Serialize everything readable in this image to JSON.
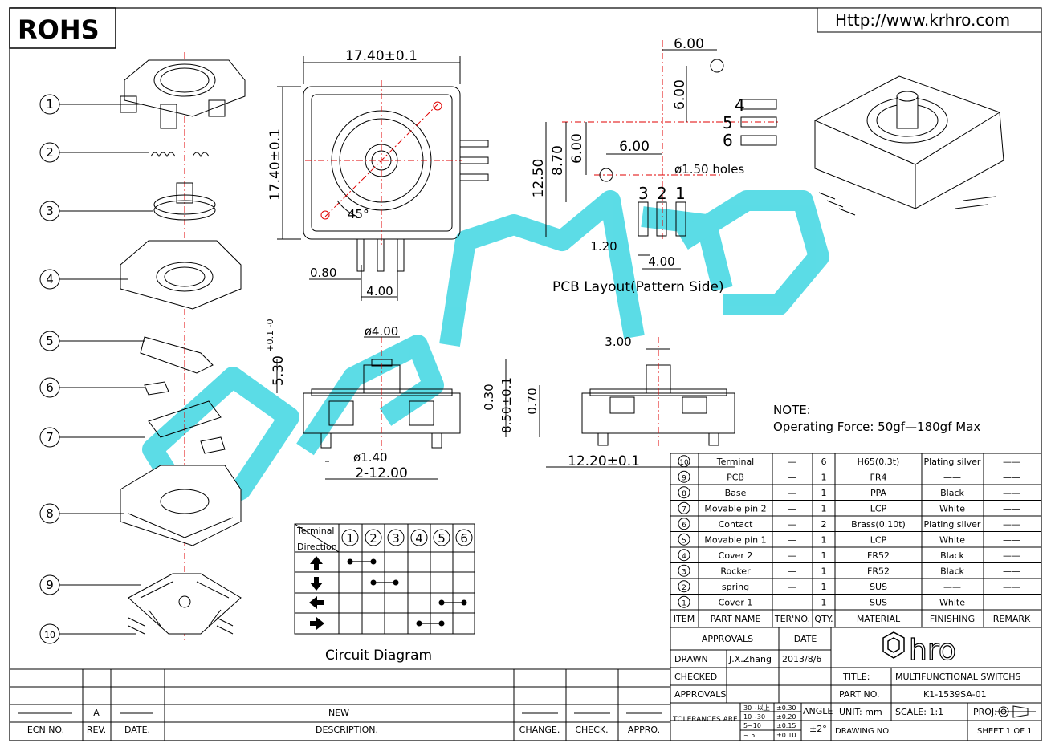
{
  "header": {
    "rohs": "ROHS",
    "url": "Http://www.krhro.com"
  },
  "exploded_labels": [
    "1",
    "2",
    "3",
    "4",
    "5",
    "6",
    "7",
    "8",
    "9",
    "10"
  ],
  "top_view": {
    "width_dim": "17.40±0.1",
    "height_dim": "17.40±0.1",
    "angle": "45°",
    "pin_width": "0.80",
    "pin_pitch": "4.00"
  },
  "pcb_layout": {
    "dim_top": "6.00",
    "dim_vert": "6.00",
    "dim_h1": "6.00",
    "dim_v1": "6.00",
    "dim_870": "8.70",
    "dim_1250": "12.50",
    "hole_note": "ø1.50  holes",
    "dim_120": "1.20",
    "dim_400": "4.00",
    "pins_top": [
      "4",
      "5",
      "6"
    ],
    "pins_bottom": [
      "3",
      "2",
      "1"
    ],
    "caption": "PCB Layout(Pattern Side)"
  },
  "side_view": {
    "dia_top": "ø4.00",
    "height": "5.30",
    "tol": "+0.1 -0",
    "dim_030": "0.30",
    "dim_850": "8.50±0.1",
    "dia_pin": "ø1.40",
    "pitch": "2-12.00"
  },
  "side_view2": {
    "dim_300": "3.00",
    "dim_070": "0.70",
    "width": "12.20±0.1"
  },
  "note": {
    "title": "NOTE:",
    "text": "Operating Force: 50gf—180gf Max"
  },
  "bom": {
    "rows": [
      {
        "no": "10",
        "name": "Terminal",
        "ter": "—",
        "qty": "6",
        "material": "H65(0.3t)",
        "finish": "Plating silver",
        "remark": "——"
      },
      {
        "no": "9",
        "name": "PCB",
        "ter": "—",
        "qty": "1",
        "material": "FR4",
        "finish": "——",
        "remark": "——"
      },
      {
        "no": "8",
        "name": "Base",
        "ter": "—",
        "qty": "1",
        "material": "PPA",
        "finish": "Black",
        "remark": "——"
      },
      {
        "no": "7",
        "name": "Movable pin 2",
        "ter": "—",
        "qty": "1",
        "material": "LCP",
        "finish": "White",
        "remark": "——"
      },
      {
        "no": "6",
        "name": "Contact",
        "ter": "—",
        "qty": "2",
        "material": "Brass(0.10t)",
        "finish": "Plating silver",
        "remark": "——"
      },
      {
        "no": "5",
        "name": "Movable pin 1",
        "ter": "—",
        "qty": "1",
        "material": "LCP",
        "finish": "White",
        "remark": "——"
      },
      {
        "no": "4",
        "name": "Cover 2",
        "ter": "—",
        "qty": "1",
        "material": "FR52",
        "finish": "Black",
        "remark": "——"
      },
      {
        "no": "3",
        "name": "Rocker",
        "ter": "—",
        "qty": "1",
        "material": "FR52",
        "finish": "Black",
        "remark": "——"
      },
      {
        "no": "2",
        "name": "spring",
        "ter": "—",
        "qty": "1",
        "material": "SUS",
        "finish": "——",
        "remark": "——"
      },
      {
        "no": "1",
        "name": "Cover 1",
        "ter": "—",
        "qty": "1",
        "material": "SUS",
        "finish": "White",
        "remark": "——"
      }
    ],
    "header": {
      "item": "ITEM",
      "name": "PART NAME",
      "ter": "TER'NO.",
      "qty": "QTY.",
      "material": "MATERIAL",
      "finish": "FINISHING",
      "remark": "REMARK"
    }
  },
  "title_block": {
    "approvals": "APPROVALS",
    "date_h": "DATE",
    "drawn": "DRAWN",
    "drawn_by": "J.X.Zhang",
    "drawn_date": "2013/8/6",
    "checked": "CHECKED",
    "approvals2": "APPROVALS",
    "title_l": "TITLE:",
    "title": "MULTIFUNCTIONAL SWITCHS",
    "partno_l": "PART NO.",
    "partno": "K1-1539SA-01",
    "tol_l": "TOLERANCES ARE",
    "tol": [
      [
        "30~以上",
        "±0.30"
      ],
      [
        "10~30",
        "±0.20"
      ],
      [
        "5~10",
        "±0.15"
      ],
      [
        "~ 5",
        "±0.10"
      ]
    ],
    "angle_l": "ANGLE",
    "angle": "±2°",
    "unit": "UNIT: mm",
    "scale": "SCALE:  1:1",
    "proj": "PROJ:",
    "drawing_no": "DRAWING NO.",
    "sheet": "SHEET  1 OF 1",
    "brand": "hro"
  },
  "revision": {
    "ecn": "ECN NO.",
    "rev": "REV.",
    "date": "DATE.",
    "desc": "DESCRIPTION.",
    "change": "CHANGE.",
    "check": "CHECK.",
    "appro": "APPRO.",
    "rev_val": "A",
    "desc_val": "NEW"
  },
  "circuit": {
    "caption": "Circuit Diagram",
    "terminal": "Terminal",
    "direction": "Direction",
    "cols": [
      "1",
      "2",
      "3",
      "4",
      "5",
      "6"
    ],
    "rows": [
      {
        "dir": "up",
        "conn": [
          1,
          2
        ]
      },
      {
        "dir": "down",
        "conn": [
          2,
          3
        ]
      },
      {
        "dir": "left",
        "conn": [
          5,
          6
        ]
      },
      {
        "dir": "right",
        "conn": [
          4,
          5
        ]
      }
    ]
  },
  "colors": {
    "watermark": "#33d4e0",
    "center": "#e00000"
  }
}
